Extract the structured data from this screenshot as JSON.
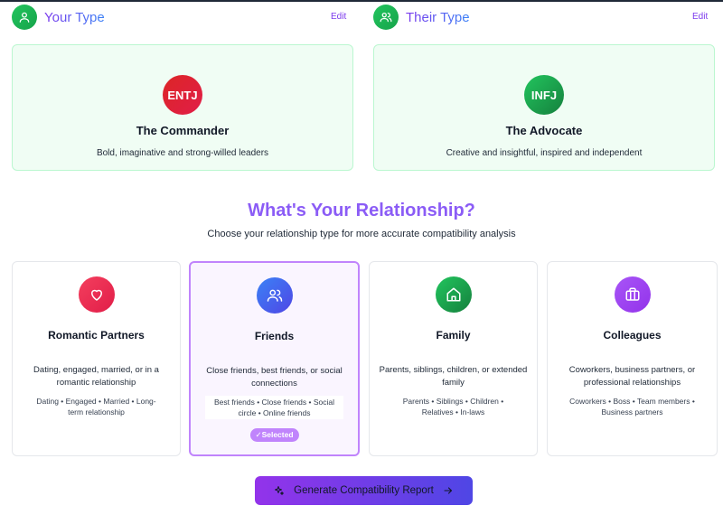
{
  "your_type": {
    "heading": "Your Type",
    "edit_label": "Edit",
    "icon": "user-icon",
    "code": "ENTJ",
    "name": "The Commander",
    "description": "Bold, imaginative and strong-willed leaders",
    "circle_color": "#e11d48"
  },
  "their_type": {
    "heading": "Their Type",
    "edit_label": "Edit",
    "icon": "users-icon",
    "code": "INFJ",
    "name": "The Advocate",
    "description": "Creative and insightful, inspired and independent",
    "circle_color": "#16a34a"
  },
  "relationship": {
    "title": "What's Your Relationship?",
    "subtitle": "Choose your relationship type for more accurate compatibility analysis",
    "selected_label": "✓Selected",
    "options": [
      {
        "title": "Romantic Partners",
        "description": "Dating, engaged, married, or in a romantic relationship",
        "tags": "Dating • Engaged • Married • Long-term relationship",
        "icon": "heart-icon",
        "icon_color": "#e11d48",
        "selected": false
      },
      {
        "title": "Friends",
        "description": "Close friends, best friends, or social connections",
        "tags": "Best friends • Close friends • Social circle • Online friends",
        "icon": "users-icon",
        "icon_color": "#4f46e5",
        "selected": true
      },
      {
        "title": "Family",
        "description": "Parents, siblings, children, or extended family",
        "tags": "Parents • Siblings • Children • Relatives • In-laws",
        "icon": "home-icon",
        "icon_color": "#16a34a",
        "selected": false
      },
      {
        "title": "Colleagues",
        "description": "Coworkers, business partners, or professional relationships",
        "tags": "Coworkers • Boss • Team members • Business partners",
        "icon": "briefcase-icon",
        "icon_color": "#9333ea",
        "selected": false
      }
    ]
  },
  "generate_button": {
    "label": "Generate Compatibility Report",
    "icon_left": "sparkles-icon",
    "icon_right": "arrow-right-icon"
  }
}
